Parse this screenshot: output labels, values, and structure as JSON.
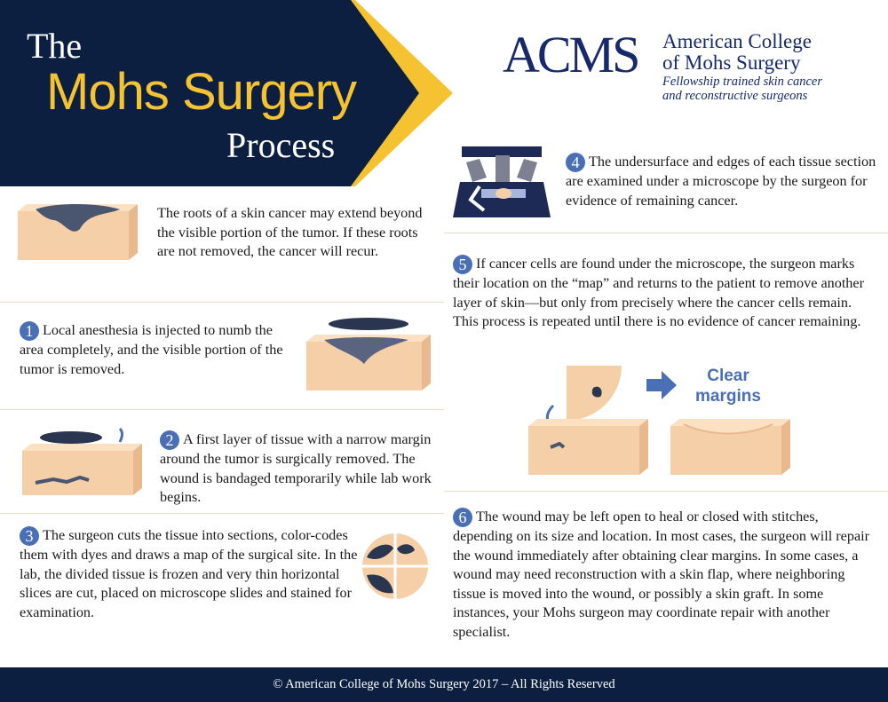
{
  "header": {
    "title_line1": "The",
    "title_line2": "Mohs Surgery",
    "title_line3": "Process"
  },
  "logo": {
    "acronym": "ACMS",
    "org_line1": "American College",
    "org_line2": "of Mohs Surgery",
    "tagline_line1": "Fellowship trained skin cancer",
    "tagline_line2": "and reconstructive surgeons"
  },
  "colors": {
    "navy": "#0c1f40",
    "yellow": "#f5c332",
    "badge_blue": "#4a6fb5",
    "skin": "#f5cfa8"
  },
  "intro": {
    "text": "The roots of a skin cancer may extend beyond the visible portion of the tumor. If these roots are not removed, the cancer will recur."
  },
  "steps": [
    {
      "number": "1",
      "text": "Local anesthesia is injected to numb the area completely, and the visible portion of the tumor is removed."
    },
    {
      "number": "2",
      "text": "A first layer of tissue with a narrow margin around the tumor is surgically removed. The wound is bandaged temporarily while lab work begins."
    },
    {
      "number": "3",
      "text": "The surgeon cuts the tissue into sections, color-codes them with dyes and draws a map of the surgical site. In the lab, the divided tissue is frozen and very thin horizontal slices are cut, placed on microscope slides and stained for examination."
    },
    {
      "number": "4",
      "text": "The undersurface and edges of each tissue section are examined under a microscope by the surgeon for evidence of remaining cancer."
    },
    {
      "number": "5",
      "text": "If cancer cells are found under the microscope, the surgeon marks their location on the “map” and returns to the patient to remove another layer of skin—but only from precisely where the cancer cells remain. This process is repeated until there is no evidence of cancer remaining."
    },
    {
      "number": "6",
      "text": "The wound may be left open to heal or closed with stitches, depending on its size and location. In most cases, the surgeon will repair the wound immediately after obtaining clear margins. In some cases, a wound may need reconstruction with a skin flap, where neighboring tissue is moved into the wound, or possibly a skin graft. In some instances, your Mohs surgeon may coordinate repair with another specialist."
    }
  ],
  "clear_margins": {
    "line1": "Clear",
    "line2": "margins"
  },
  "footer": {
    "text": "© American College of Mohs Surgery 2017 – All Rights Reserved"
  }
}
